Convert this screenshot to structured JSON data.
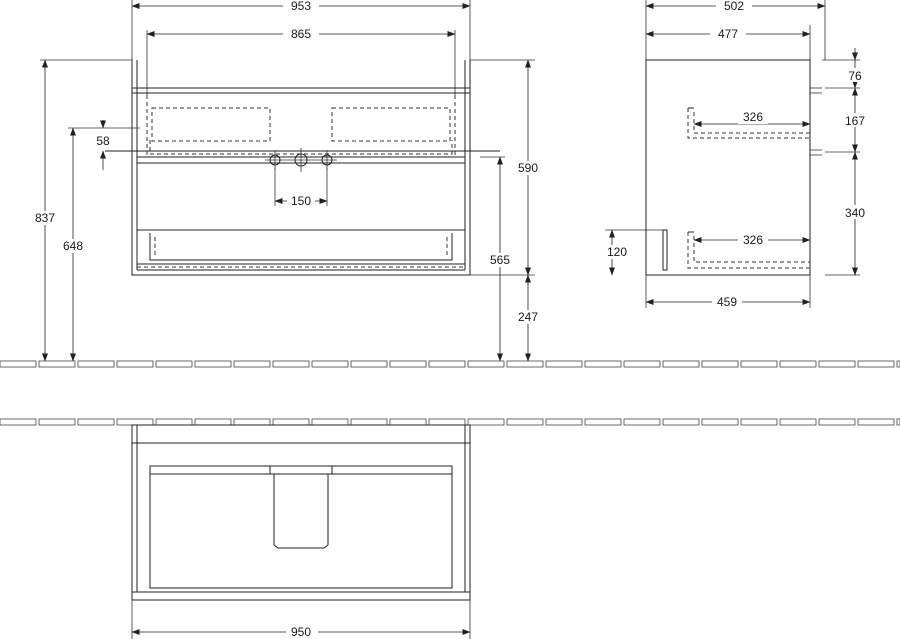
{
  "front_view": {
    "overall_width": "953",
    "inner_width": "865",
    "overall_height": "837",
    "top_height": "648",
    "basin_depth": "58",
    "tap_spacing": "150",
    "height_top": "590",
    "height_lower": "565",
    "floor_clearance": "247"
  },
  "side_view": {
    "overall_depth": "502",
    "inner_depth": "477",
    "top_offset": "76",
    "middle_gap": "167",
    "lower_height": "340",
    "upper_drawer_depth": "326",
    "lower_drawer_depth": "326",
    "plinth_height": "120",
    "bottom_depth": "459"
  },
  "plan_view": {
    "overall_width": "950"
  }
}
